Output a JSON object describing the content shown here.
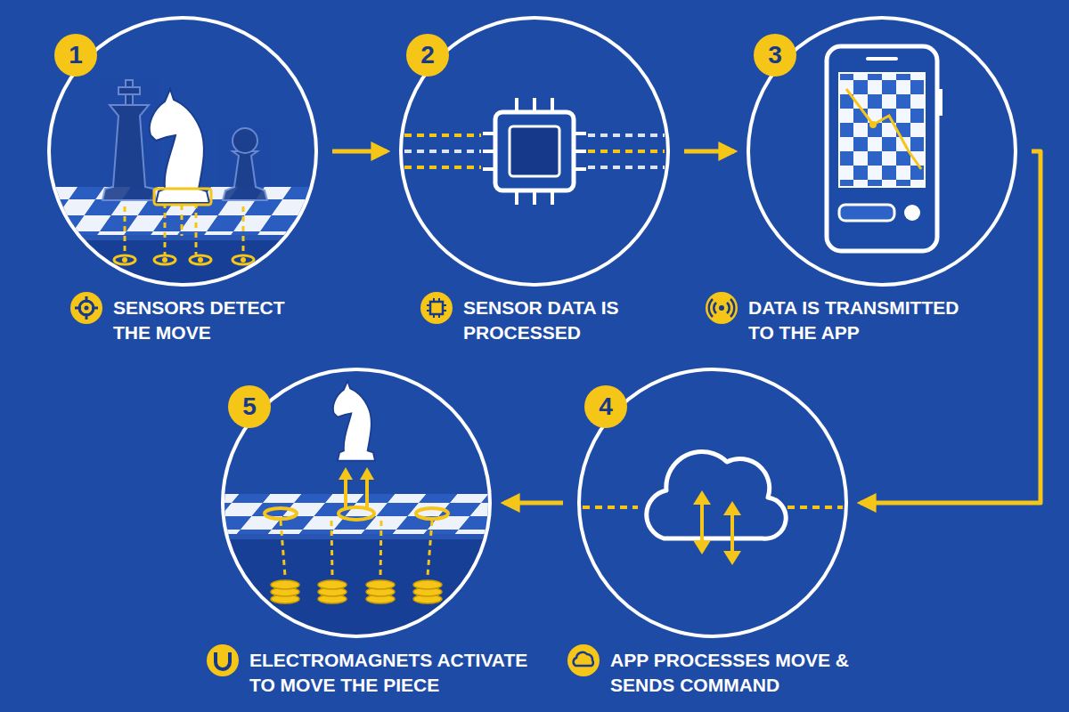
{
  "diagram": {
    "nodes": [
      {
        "text": [
          "1",
          "SENSORS DETECT THE MOVE"
        ]
      },
      {
        "text": [
          "2",
          "SENSOR DATA IS PROCESSED"
        ]
      },
      {
        "text": [
          "3",
          "DATA IS TRANSMITTED TO THE APP"
        ]
      },
      {
        "text": [
          "4",
          "APP PROCESSES MOVE & SENDS COMMAND"
        ]
      },
      {
        "text": [
          "5",
          "ELECTROMAGNETS ACTIVATE TO MOVE THE PIECE"
        ]
      }
    ],
    "edges": [
      {
        "from": 0,
        "to": 1,
        "arrow": "to"
      },
      {
        "from": 1,
        "to": 2,
        "arrow": "to"
      },
      {
        "from": 2,
        "to": 3,
        "arrow": "to"
      },
      {
        "from": 3,
        "to": 4,
        "arrow": "to"
      }
    ]
  }
}
